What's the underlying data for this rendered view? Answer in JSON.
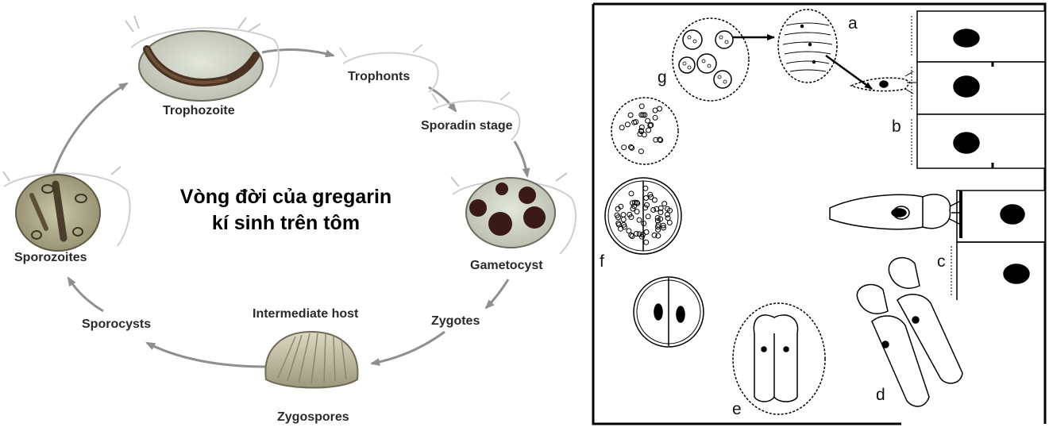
{
  "left_panel": {
    "title_line1": "Vòng đời của gregarin",
    "title_line2": "kí sinh trên tôm",
    "stages": {
      "trophozoite": "Trophozoite",
      "trophonts": "Trophonts",
      "sporadin": "Sporadin stage",
      "gametocyst": "Gametocyst",
      "zygotes": "Zygotes",
      "intermediate_host": "Intermediate host",
      "zygospores": "Zygospores",
      "sporocysts": "Sporocysts",
      "sporozoites": "Sporozoites"
    }
  },
  "right_panel": {
    "letters": {
      "a": "a",
      "b": "b",
      "c": "c",
      "d": "d",
      "e": "e",
      "f": "f",
      "g": "g"
    }
  },
  "colors": {
    "arrow": "#8f8f8f",
    "cyst_dark": "#3a1a14",
    "circle_fill": "#cfd3c4",
    "line": "#000000"
  }
}
